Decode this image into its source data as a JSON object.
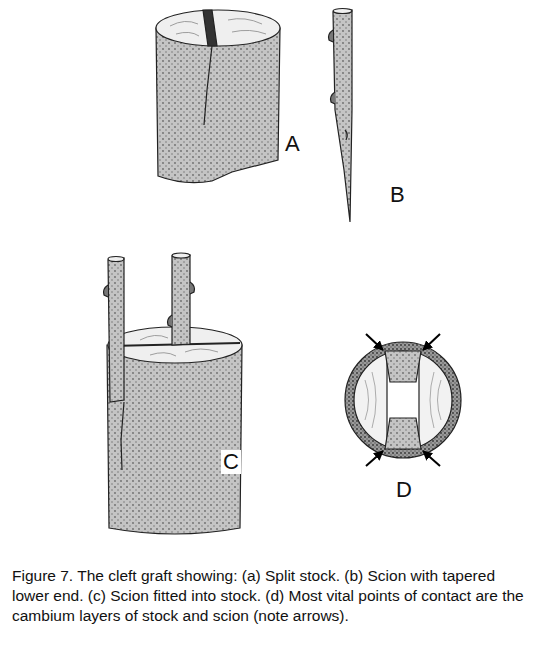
{
  "diagram": {
    "caption": "Figure 7. The cleft graft showing: (a) Split stock. (b) Scion with tapered lower end. (c) Scion fitted into stock. (d) Most vital points of contact are the cambium layers of stock and scion (note arrows).",
    "labels": [
      "A",
      "B",
      "C",
      "D"
    ]
  }
}
